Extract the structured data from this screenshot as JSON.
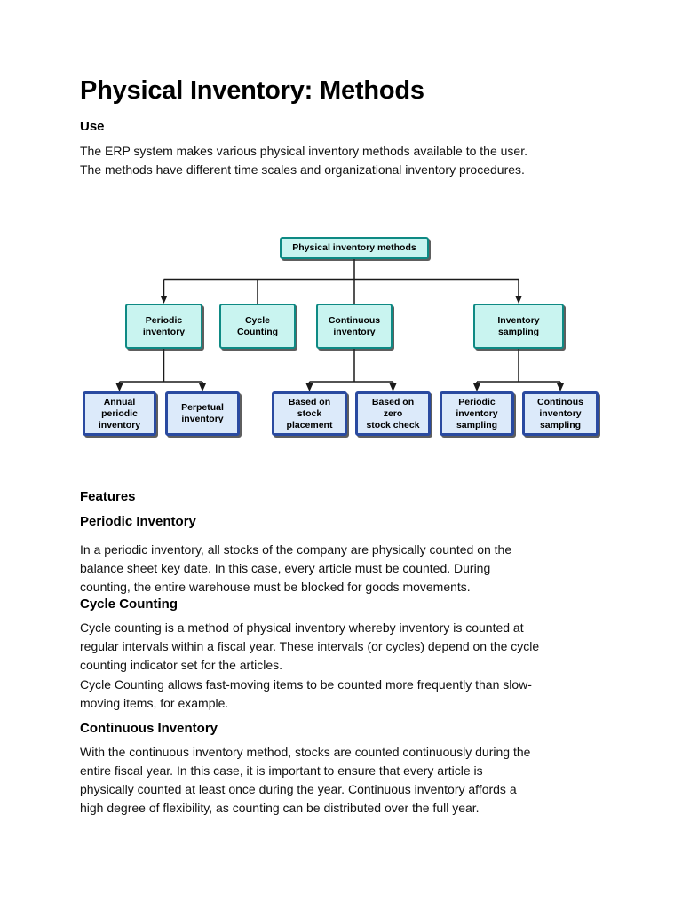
{
  "document": {
    "title": "Physical Inventory: Methods",
    "use_heading": "Use",
    "use_para": "The ERP system makes various physical inventory methods available to the user.\nThe methods have different time scales and organizational inventory procedures.",
    "features_heading": "Features",
    "sections": [
      {
        "heading": "Periodic Inventory",
        "paragraphs": [
          "In a periodic inventory, all stocks of the company are physically counted on the\nbalance sheet key date. In this case, every article must be counted. During\ncounting, the entire warehouse must be blocked for goods movements."
        ]
      },
      {
        "heading": "Cycle Counting",
        "paragraphs": [
          "Cycle counting is a method of physical inventory whereby inventory is counted at\nregular intervals within a fiscal year. These intervals (or cycles) depend on the cycle\ncounting indicator set for the articles.",
          "Cycle Counting allows fast-moving items to be counted more frequently than slow-\nmoving items, for example."
        ]
      },
      {
        "heading": "Continuous Inventory",
        "paragraphs": [
          "With the continuous inventory method, stocks are counted continuously during the\nentire fiscal year. In this case, it is important to ensure that every article is\nphysically counted at least once during the year. Continuous inventory affords a\nhigh degree of flexibility, as counting can be distributed over the full year."
        ]
      }
    ]
  },
  "diagram": {
    "root_label": "Physical inventory methods",
    "level2_labels": [
      "Periodic\ninventory",
      "Cycle\nCounting",
      "Continuous\ninventory",
      "Inventory\nsampling"
    ],
    "level3_labels": [
      "Annual\nperiodic\ninventory",
      "Perpetual\ninventory",
      "Based on\nstock\nplacement",
      "Based on\nzero\nstock check",
      "Periodic\ninventory\nsampling",
      "Continous\ninventory\nsampling"
    ],
    "colors": {
      "method_box_fill": "#c9f4f0",
      "method_box_border": "#0e8a84",
      "submethod_box_fill": "#dceafa",
      "submethod_box_border": "#2a4aa0",
      "connector": "#1a1a1a"
    }
  }
}
